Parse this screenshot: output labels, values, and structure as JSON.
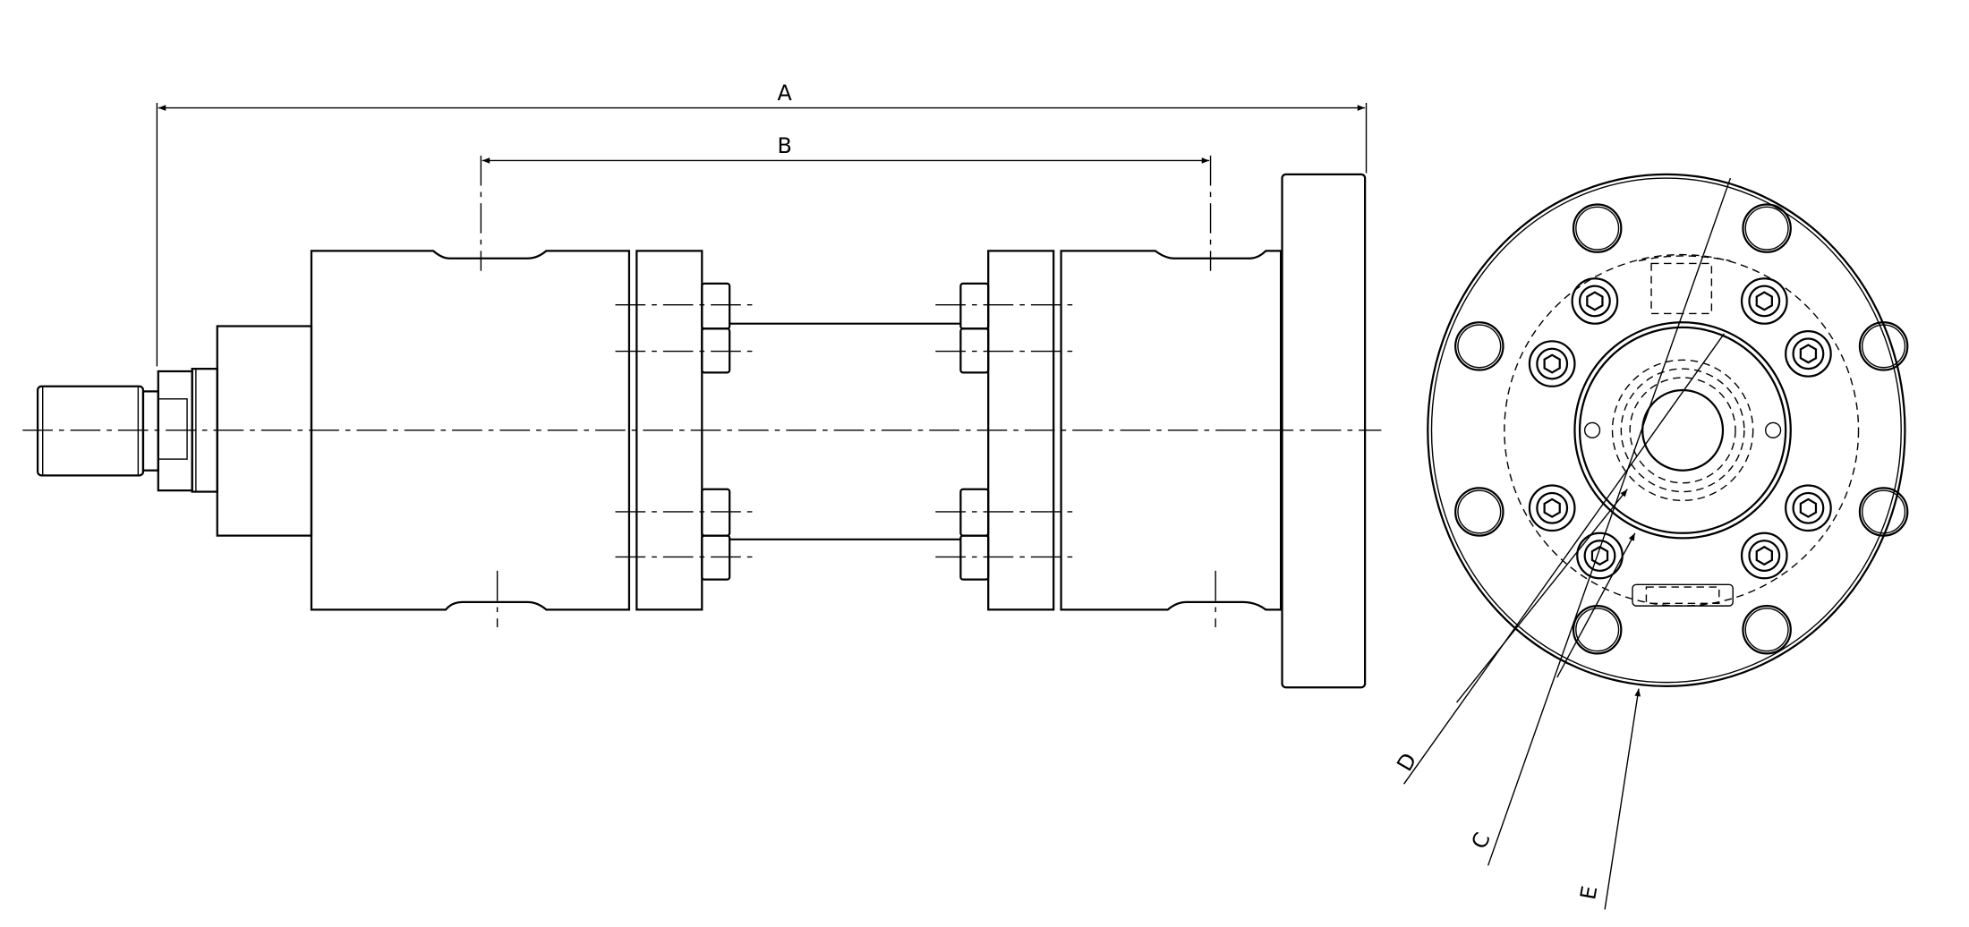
{
  "drawing": {
    "dimension_labels": {
      "A": "A",
      "B": "B",
      "C": "C",
      "D": "D",
      "E": "E"
    }
  }
}
